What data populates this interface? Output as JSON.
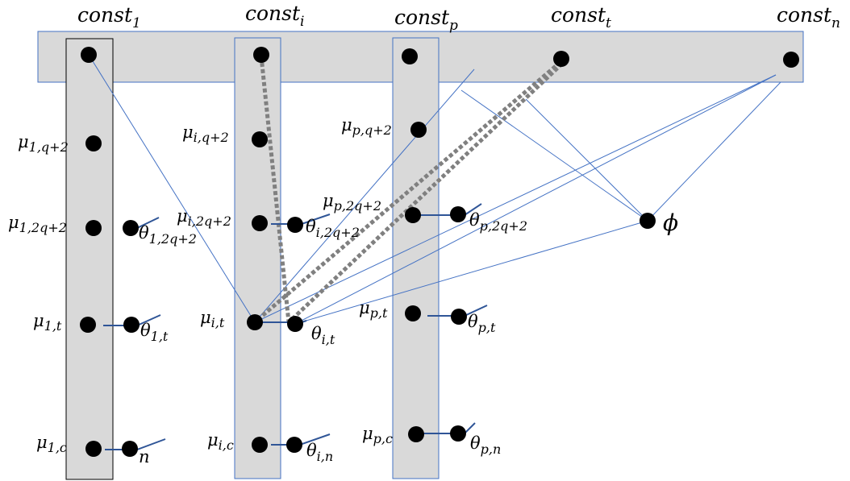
{
  "top_labels": [
    {
      "base": "const",
      "sub": "1"
    },
    {
      "base": "const",
      "sub": "i"
    },
    {
      "base": "const",
      "sub": "p"
    },
    {
      "base": "const",
      "sub": "t"
    },
    {
      "base": "const",
      "sub": "n"
    }
  ],
  "mu_labels": [
    {
      "base": "μ",
      "sub": "1,q+2"
    },
    {
      "base": "μ",
      "sub": "1,2q+2"
    },
    {
      "base": "μ",
      "sub": "1,t"
    },
    {
      "base": "μ",
      "sub": "1,c"
    },
    {
      "base": "μ",
      "sub": "i,q+2"
    },
    {
      "base": "μ",
      "sub": "i,2q+2"
    },
    {
      "base": "μ",
      "sub": "i,t"
    },
    {
      "base": "μ",
      "sub": "i,c"
    },
    {
      "base": "μ",
      "sub": "p,q+2"
    },
    {
      "base": "μ",
      "sub": "p,2q+2"
    },
    {
      "base": "μ",
      "sub": "p,t"
    },
    {
      "base": "μ",
      "sub": "p,c"
    }
  ],
  "theta_labels": [
    {
      "base": "θ",
      "sub": "1,2q+2"
    },
    {
      "base": "θ",
      "sub": "1,t"
    },
    {
      "base": "n",
      "sub": ""
    },
    {
      "base": "θ",
      "sub": "i,2q+2"
    },
    {
      "base": "θ",
      "sub": "i,t"
    },
    {
      "base": "θ",
      "sub": "i,n"
    },
    {
      "base": "θ",
      "sub": "p,2q+2"
    },
    {
      "base": "θ",
      "sub": "p,t"
    },
    {
      "base": "θ",
      "sub": "p,n"
    }
  ],
  "phi_label": "ϕ",
  "colors": {
    "panel_fill": "#d9d9d9",
    "thin_line": "#4472c4",
    "stub_line": "#2f5597",
    "dotted_line": "#808080",
    "node": "#000000"
  }
}
